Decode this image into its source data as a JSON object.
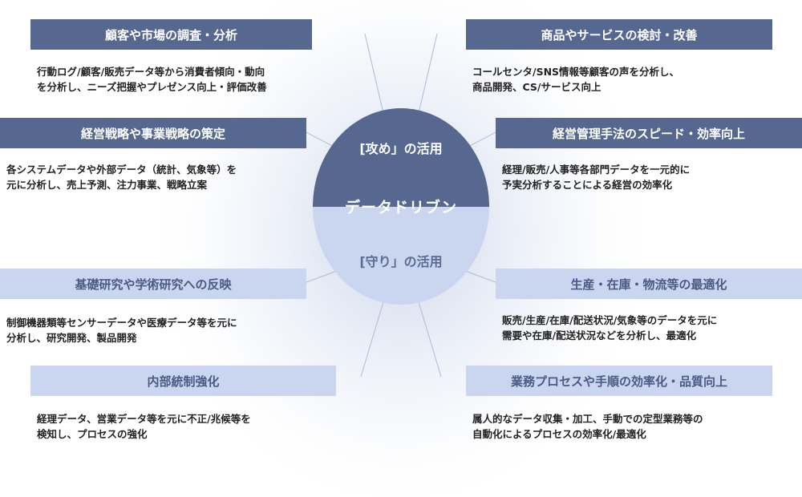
{
  "center": {
    "attack": "[攻め」の活用",
    "core": "データドリブン",
    "defend": "[守り」の活用"
  },
  "items": [
    {
      "title": "顧客や市場の調査・分析",
      "desc": [
        "行動ログ/顧客/販売データ等から消費者傾向・動向",
        "を分析し、ニーズ把握やプレゼンス向上・評価改善"
      ]
    },
    {
      "title": "商品やサービスの検討・改善",
      "desc": [
        "コールセンタ/SNS情報等顧客の声を分析し、",
        "商品開発、CS/サービス向上"
      ]
    },
    {
      "title": "経営戦略や事業戦略の策定",
      "desc": [
        "各システムデータや外部データ（統計、気象等）を",
        "元に分析し、売上予測、注力事業、戦略立案"
      ]
    },
    {
      "title": "経営管理手法のスピード・効率向上",
      "desc": [
        "経理/販売/人事等各部門データを一元的に",
        "予実分析することによる経営の効率化"
      ]
    },
    {
      "title": "基礎研究や学術研究への反映",
      "desc": [
        "制御機器類等センサーデータや医療データ等を元に",
        "分析し、研究開発、製品開発"
      ]
    },
    {
      "title": "生産・在庫・物流等の最適化",
      "desc": [
        "販売/生産/在庫/配送状況/気象等のデータを元に",
        "需要や在庫/配送状況などを分析し、最適化"
      ]
    },
    {
      "title": "内部統制強化",
      "desc": [
        "経理データ、営業データ等を元に不正/兆候等を",
        "検知し、プロセスの強化"
      ]
    },
    {
      "title": "業務プロセスや手順の効率化・品質向上",
      "desc": [
        "属人的なデータ収集・加工、手動での定型業務等の",
        "自動化によるプロセスの効率化/最適化"
      ]
    }
  ]
}
